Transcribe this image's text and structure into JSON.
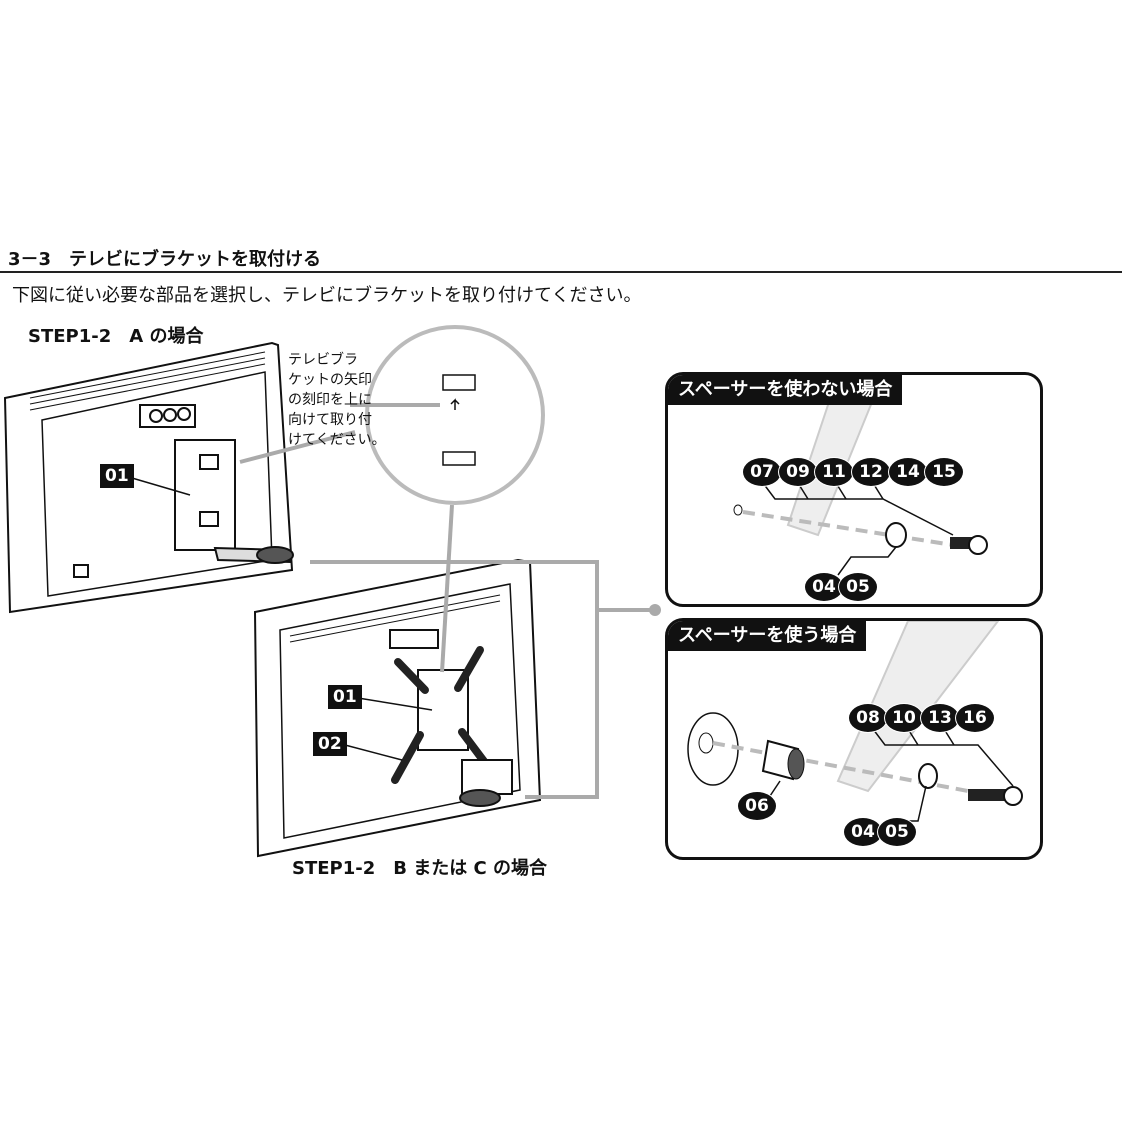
{
  "section_heading": "3－3　テレビにブラケットを取付ける",
  "instruction": "下図に従い必要な部品を選択し、テレビにブラケットを取り付けてください。",
  "step_a_title": "STEP1-2　A の場合",
  "step_bc_title": "STEP1-2　B または C の場合",
  "callout_note": "テレビブラ\nケットの矢印\nの刻印を上に\n向けて取り付\nけてください。",
  "part_labels": {
    "a_01": "01",
    "bc_01": "01",
    "bc_02": "02"
  },
  "no_spacer_panel": {
    "title": "スペーサーを使わない場合",
    "screw_parts": [
      "07",
      "09",
      "11",
      "12",
      "14",
      "15"
    ],
    "washer_parts": [
      "04",
      "05"
    ]
  },
  "spacer_panel": {
    "title": "スペーサーを使う場合",
    "screw_parts": [
      "08",
      "10",
      "13",
      "16"
    ],
    "spacer_part": "06",
    "washer_parts": [
      "04",
      "05"
    ]
  }
}
